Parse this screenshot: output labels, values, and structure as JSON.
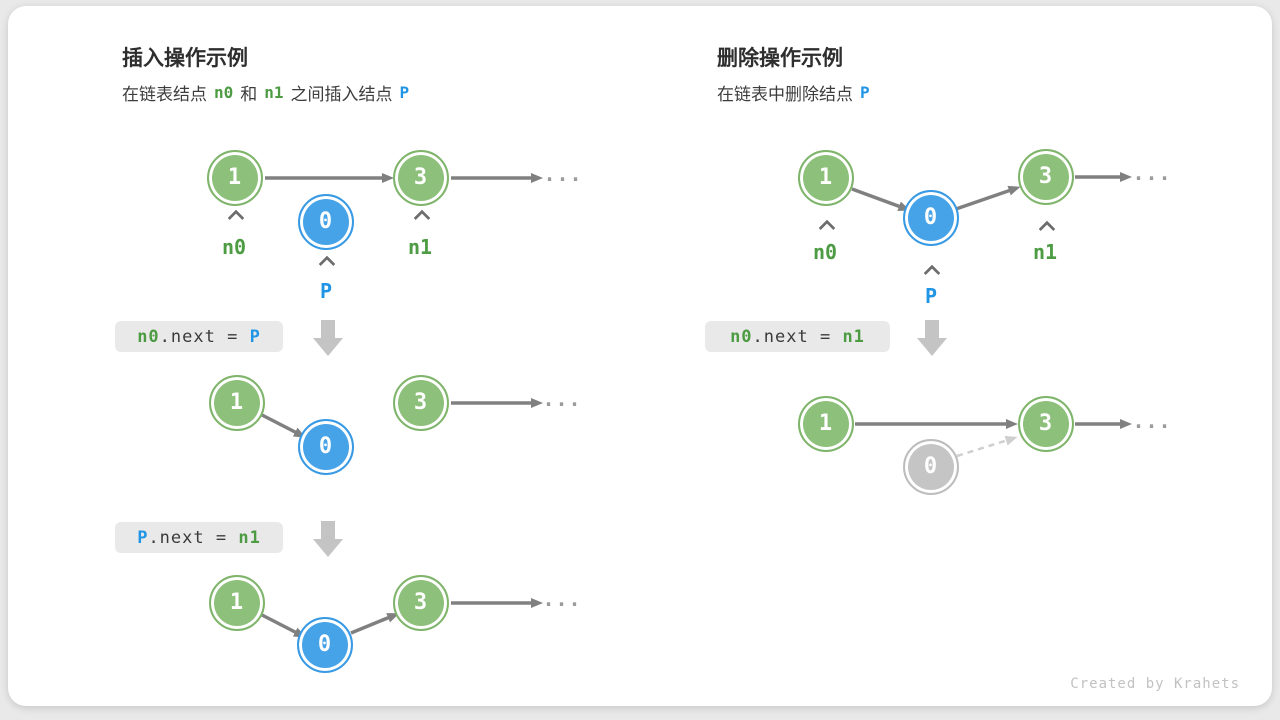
{
  "credit": "Created by Krahets",
  "colors": {
    "node_green": "#8dc07a",
    "node_blue": "#47a3e8",
    "node_gray": "#c5c5c5",
    "text_green": "#4d9c44",
    "text_blue": "#2095e5",
    "arrow_gray": "#808080",
    "chip_bg": "#e9e9e9"
  },
  "insert": {
    "title": "插入操作示例",
    "subtitle": {
      "part1": "在链表结点",
      "n0": "n0",
      "part2": "和",
      "n1": "n1",
      "part3": "之间插入结点",
      "p": "P"
    },
    "values": {
      "head": "1",
      "inserted": "0",
      "next": "3"
    },
    "labels": {
      "n0": "n0",
      "n1": "n1",
      "p": "P"
    },
    "ellipsis": "...",
    "code1": {
      "lhs": "n0",
      "op": ".next = ",
      "rhs": "P"
    },
    "code2": {
      "lhs": "P",
      "op": ".next = ",
      "rhs": "n1"
    }
  },
  "delete": {
    "title": "删除操作示例",
    "subtitle": {
      "part1": "在链表中删除结点",
      "p": "P"
    },
    "values": {
      "head": "1",
      "removed": "0",
      "next": "3"
    },
    "labels": {
      "n0": "n0",
      "n1": "n1",
      "p": "P"
    },
    "ellipsis": "...",
    "code1": {
      "lhs": "n0",
      "op": ".next = ",
      "rhs": "n1"
    }
  }
}
